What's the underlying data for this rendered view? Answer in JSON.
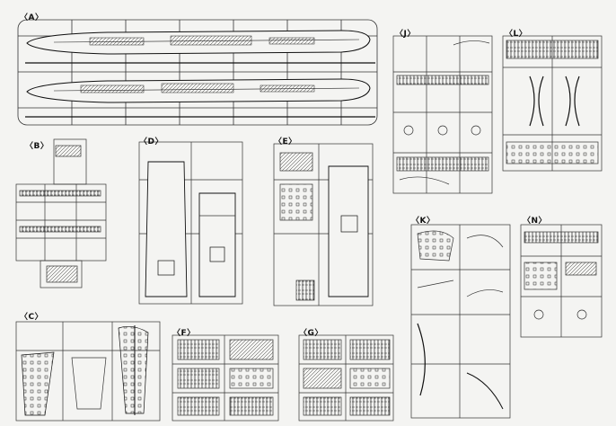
{
  "sprues": [
    {
      "id": "A",
      "label": "〈A〉"
    },
    {
      "id": "B",
      "label": "〈B〉"
    },
    {
      "id": "C",
      "label": "〈C〉"
    },
    {
      "id": "D",
      "label": "〈D〉"
    },
    {
      "id": "E",
      "label": "〈E〉"
    },
    {
      "id": "F",
      "label": "〈F〉"
    },
    {
      "id": "G",
      "label": "〈G〉"
    },
    {
      "id": "J",
      "label": "〈J〉"
    },
    {
      "id": "K",
      "label": "〈K〉"
    },
    {
      "id": "L",
      "label": "〈L〉"
    },
    {
      "id": "N",
      "label": "〈N〉"
    }
  ],
  "colors": {
    "ink": "#222222",
    "paper": "#f4f4f2",
    "frame": "#555555"
  }
}
